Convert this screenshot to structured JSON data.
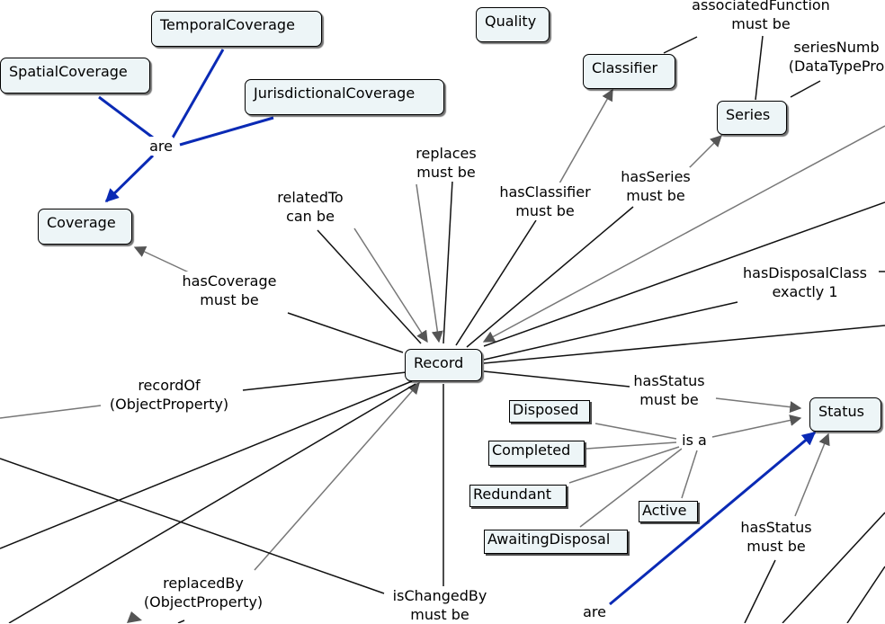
{
  "concepts": {
    "temporal_coverage": "TemporalCoverage",
    "spatial_coverage": "SpatialCoverage",
    "jurisdictional_coverage": "JurisdictionalCoverage",
    "coverage": "Coverage",
    "quality": "Quality",
    "classifier": "Classifier",
    "series": "Series",
    "record": "Record",
    "status": "Status"
  },
  "instances": {
    "disposed": "Disposed",
    "completed": "Completed",
    "redundant": "Redundant",
    "active": "Active",
    "awaiting_disposal": "AwaitingDisposal"
  },
  "links": {
    "are_coverage": [
      "are"
    ],
    "associated_function": [
      "associatedFunction",
      "must be"
    ],
    "series_number": [
      "seriesNumb",
      "(DataTypePro"
    ],
    "replaces": [
      "replaces",
      "must be"
    ],
    "related_to": [
      "relatedTo",
      "can be"
    ],
    "has_classifier": [
      "hasClassifier",
      "must be"
    ],
    "has_series": [
      "hasSeries",
      "must be"
    ],
    "has_coverage": [
      "hasCoverage",
      "must be"
    ],
    "has_disposal_class": [
      "hasDisposalClass",
      "exactly 1"
    ],
    "record_of": [
      "recordOf",
      "(ObjectProperty)"
    ],
    "has_status_record": [
      "hasStatus",
      "must be"
    ],
    "is_a": [
      "is a"
    ],
    "has_status_lower": [
      "hasStatus",
      "must be"
    ],
    "replaced_by": [
      "replacedBy",
      "(ObjectProperty)"
    ],
    "is_changed_by": [
      "isChangedBy",
      "must be"
    ],
    "are_status": [
      "are"
    ]
  },
  "colors": {
    "node_fill": "#edf5f7",
    "line_dark": "#111111",
    "line_gray": "#777777",
    "line_blue": "#0a2ab5",
    "arrow_gray": "#555555"
  }
}
